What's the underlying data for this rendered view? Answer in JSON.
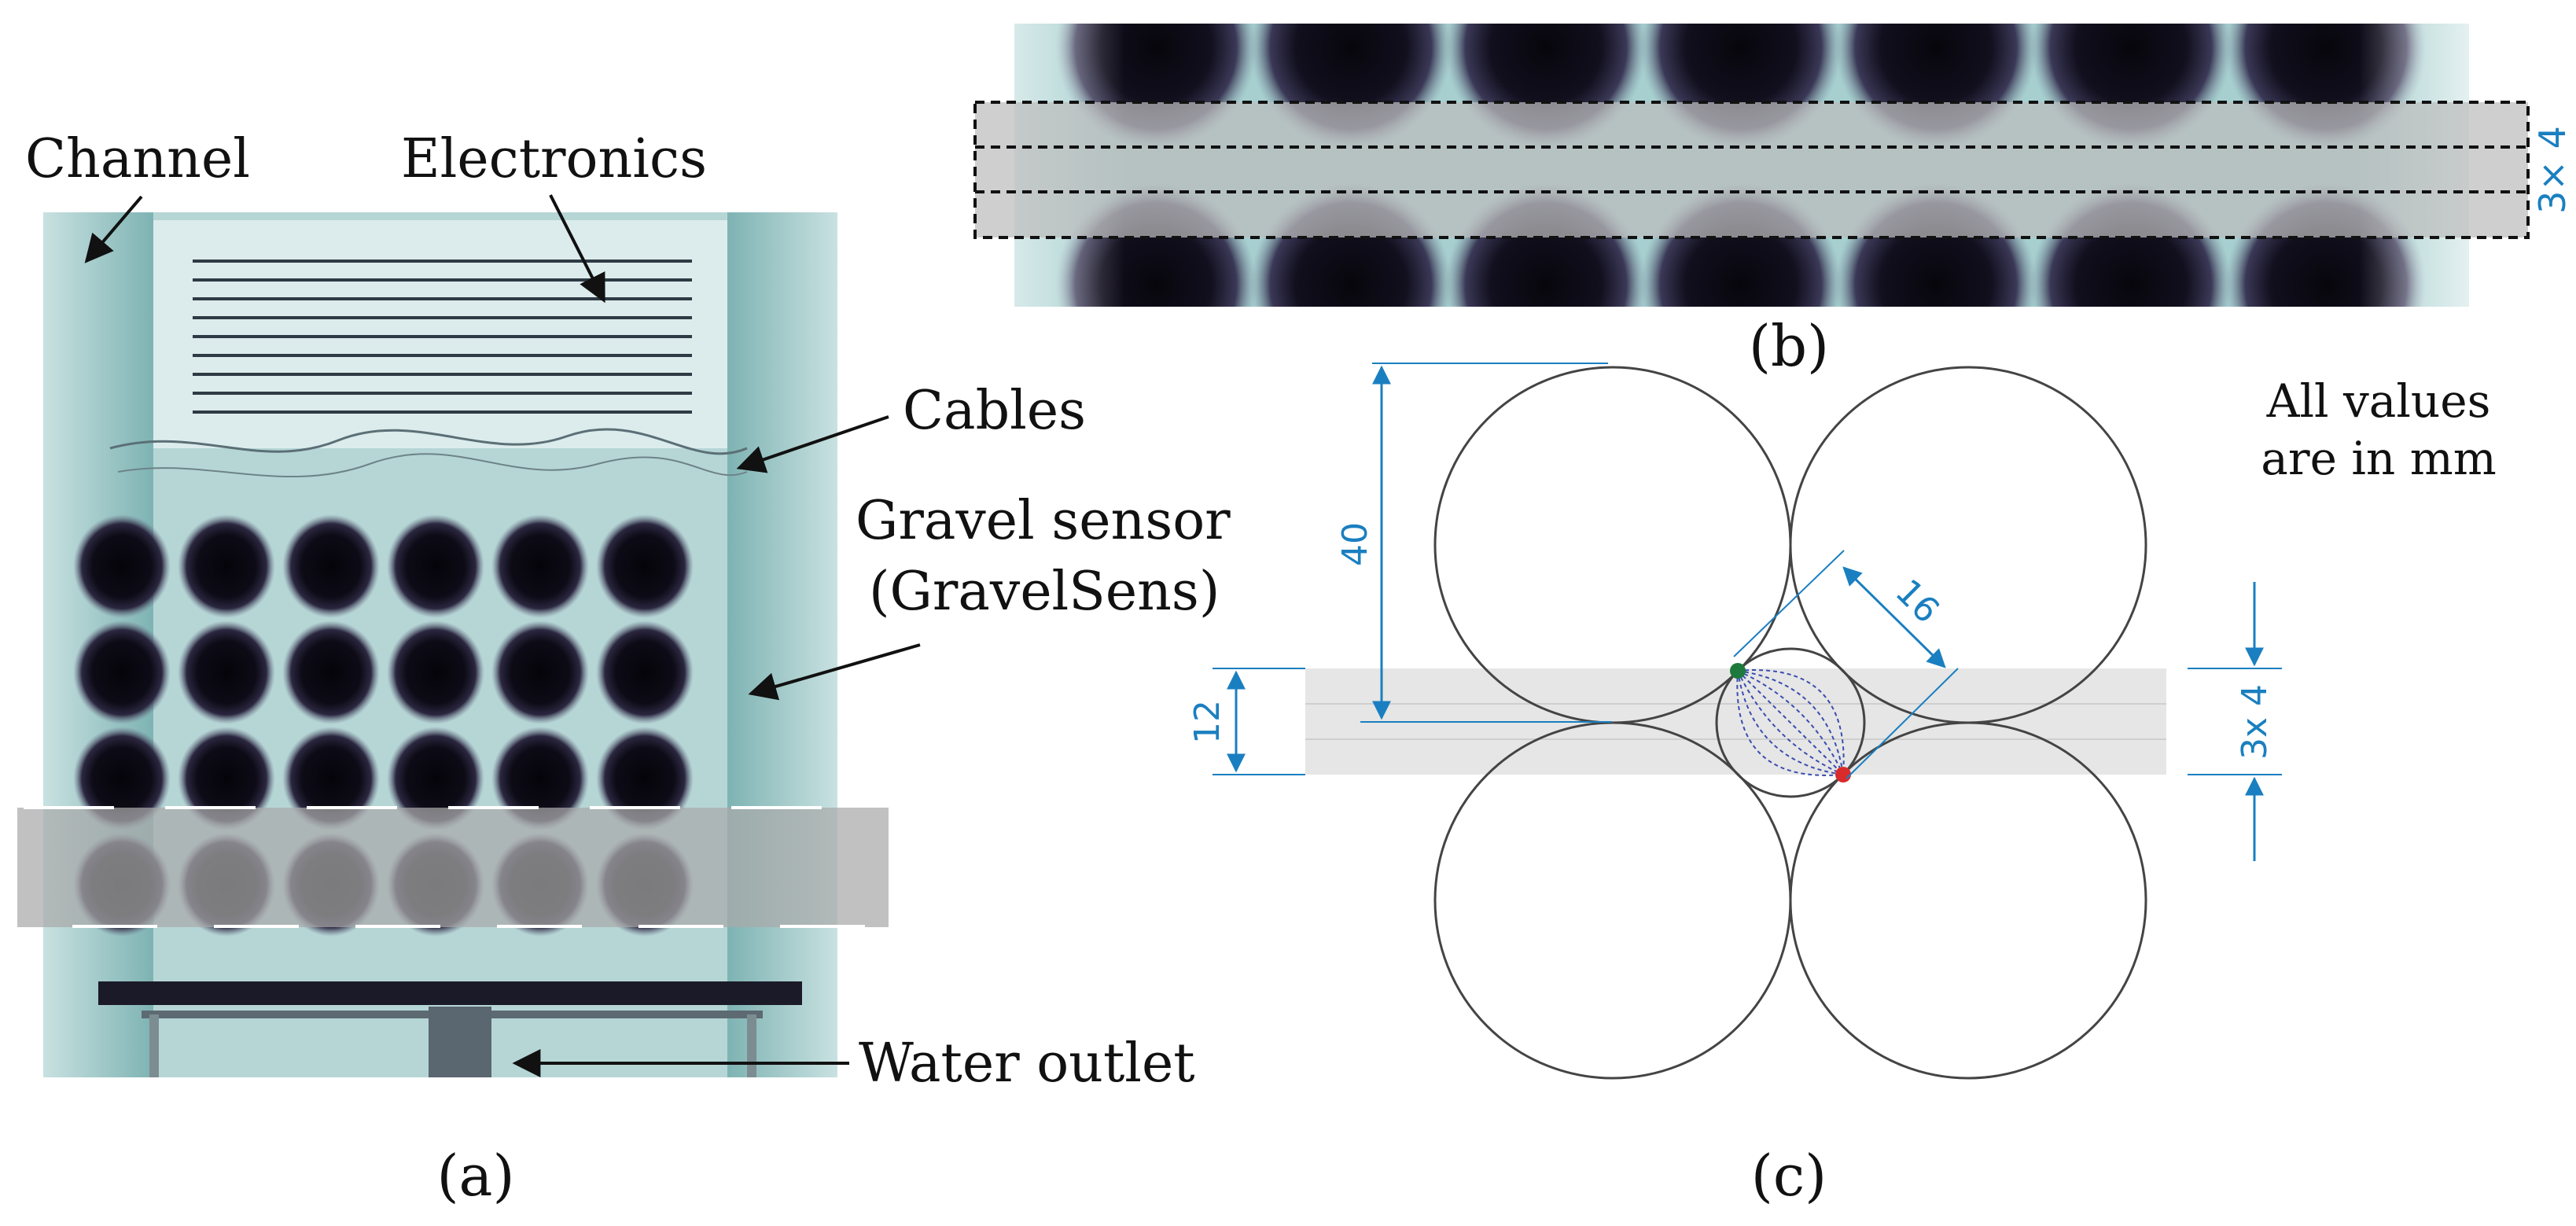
{
  "panel_a": {
    "labels": {
      "channel": "Channel",
      "electronics": "Electronics",
      "cables": "Cables",
      "gravel_sensor_line1": "Gravel sensor",
      "gravel_sensor_line2": "(GravelSens)",
      "water_outlet": "Water outlet"
    },
    "caption": "(a)",
    "grid": {
      "rows": 4,
      "columns": 6
    }
  },
  "panel_b": {
    "caption": "(b)",
    "layer_label": "3× 4",
    "layers": 3
  },
  "panel_c": {
    "caption": "(c)",
    "note_line1": "All values",
    "note_line2": "are in mm",
    "dimensions": {
      "sphere_diameter": "40",
      "pore_diameter": "16",
      "band_height": "12",
      "layers": "3x 4"
    }
  },
  "colors": {
    "dimension_blue": "#1a7fc0",
    "xray_tint": "#7fb4b4",
    "sphere_dark": "#120f1c",
    "band_gray": "#cccccc",
    "start_node": "#1e7a3c",
    "end_node": "#d92b2b"
  }
}
